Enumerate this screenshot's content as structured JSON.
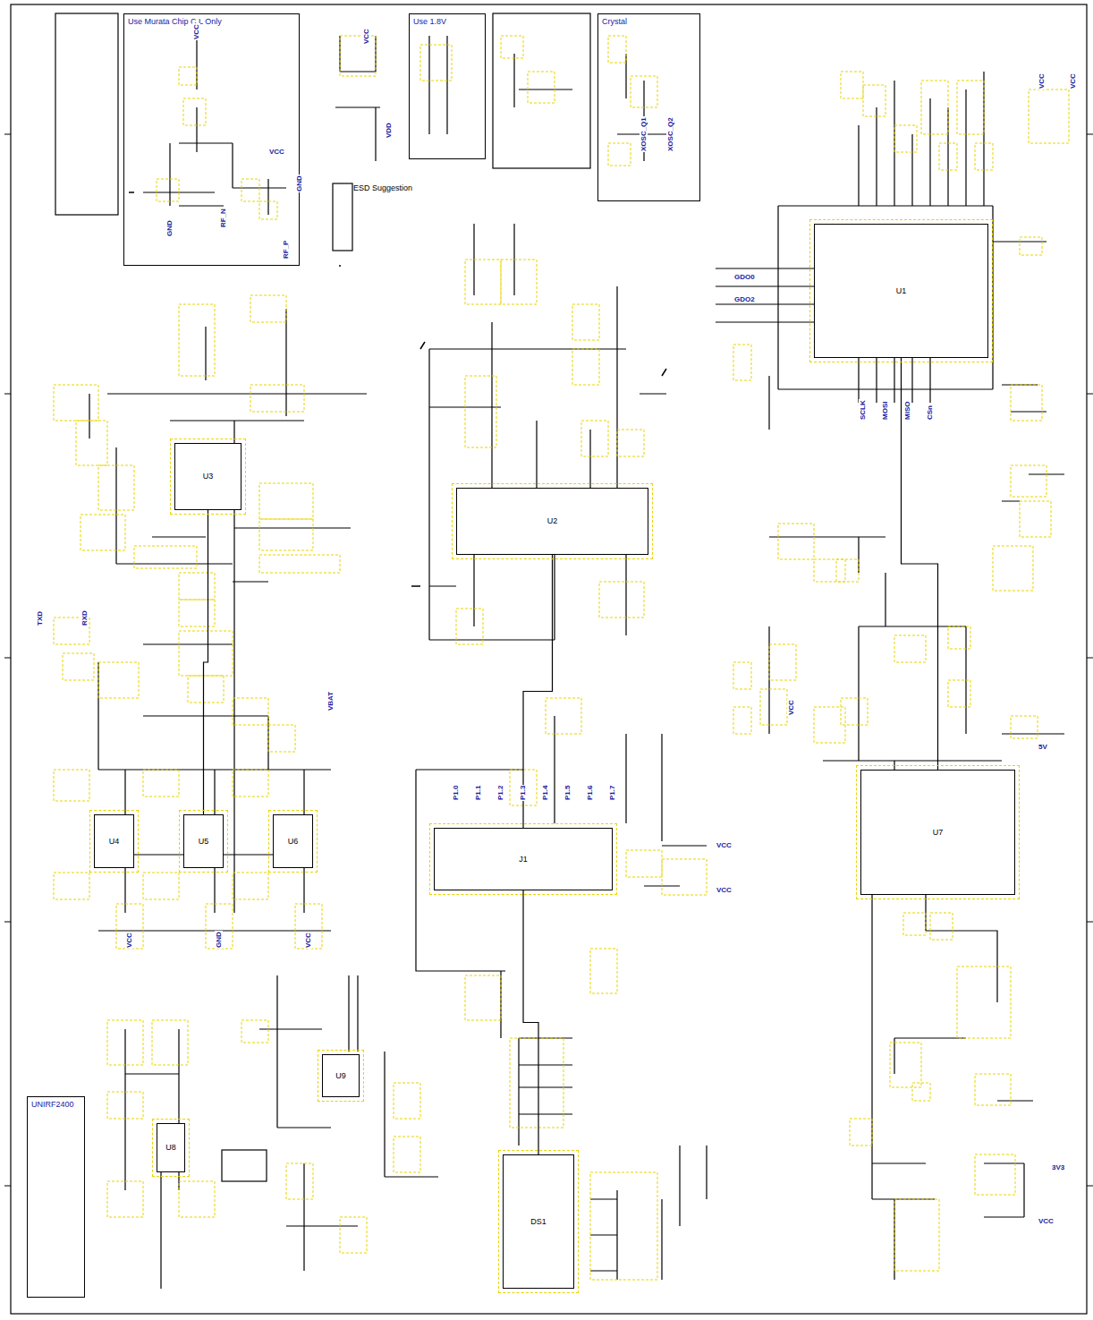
{
  "diagram": {
    "nodes": [
      {
        "text": [
          "Use Murata Chip C,L Only"
        ]
      },
      {
        "text": [
          "Use 1.8V"
        ]
      },
      {
        "text": [
          "Crystal"
        ]
      },
      {
        "text": [
          "U1"
        ]
      },
      {
        "text": [
          "U2"
        ]
      },
      {
        "text": [
          "U3"
        ]
      },
      {
        "text": [
          "U4"
        ]
      },
      {
        "text": [
          "U5"
        ]
      },
      {
        "text": [
          "U6"
        ]
      },
      {
        "text": [
          "J1"
        ]
      },
      {
        "text": [
          "U7"
        ]
      },
      {
        "text": [
          "DS1"
        ]
      },
      {
        "text": [
          "U8"
        ]
      },
      {
        "text": [
          "U9"
        ]
      },
      {
        "text": [
          "UNIRF2400"
        ]
      },
      {
        "text": [
          "ESD Suggestion"
        ]
      }
    ],
    "edges": [
      {
        "from": 4,
        "to": 9,
        "arrow": "none"
      },
      {
        "from": 6,
        "to": 7,
        "arrow": "none"
      },
      {
        "from": 7,
        "to": 8,
        "arrow": "none"
      },
      {
        "from": 5,
        "to": 7,
        "arrow": "none"
      },
      {
        "from": 3,
        "to": 10,
        "arrow": "none"
      },
      {
        "from": 9,
        "to": 11,
        "arrow": "none"
      }
    ],
    "labels": [
      "VCC",
      "GND",
      "VCC",
      "GND",
      "RF_N",
      "RF_P",
      "VCC",
      "VDD",
      "XOSC_Q1",
      "XOSC_Q2",
      "SCLK",
      "MOSI",
      "MISO",
      "CSn",
      "GDO0",
      "GDO2",
      "VCC",
      "VCC",
      "P1.0",
      "P1.1",
      "P1.2",
      "P1.3",
      "P1.4",
      "P1.5",
      "P1.6",
      "P1.7",
      "VCC",
      "VCC",
      "TXD",
      "RXD",
      "VBAT",
      "VCC",
      "GND",
      "VCC",
      "5V",
      "3V3",
      "VCC",
      "VCC"
    ]
  }
}
